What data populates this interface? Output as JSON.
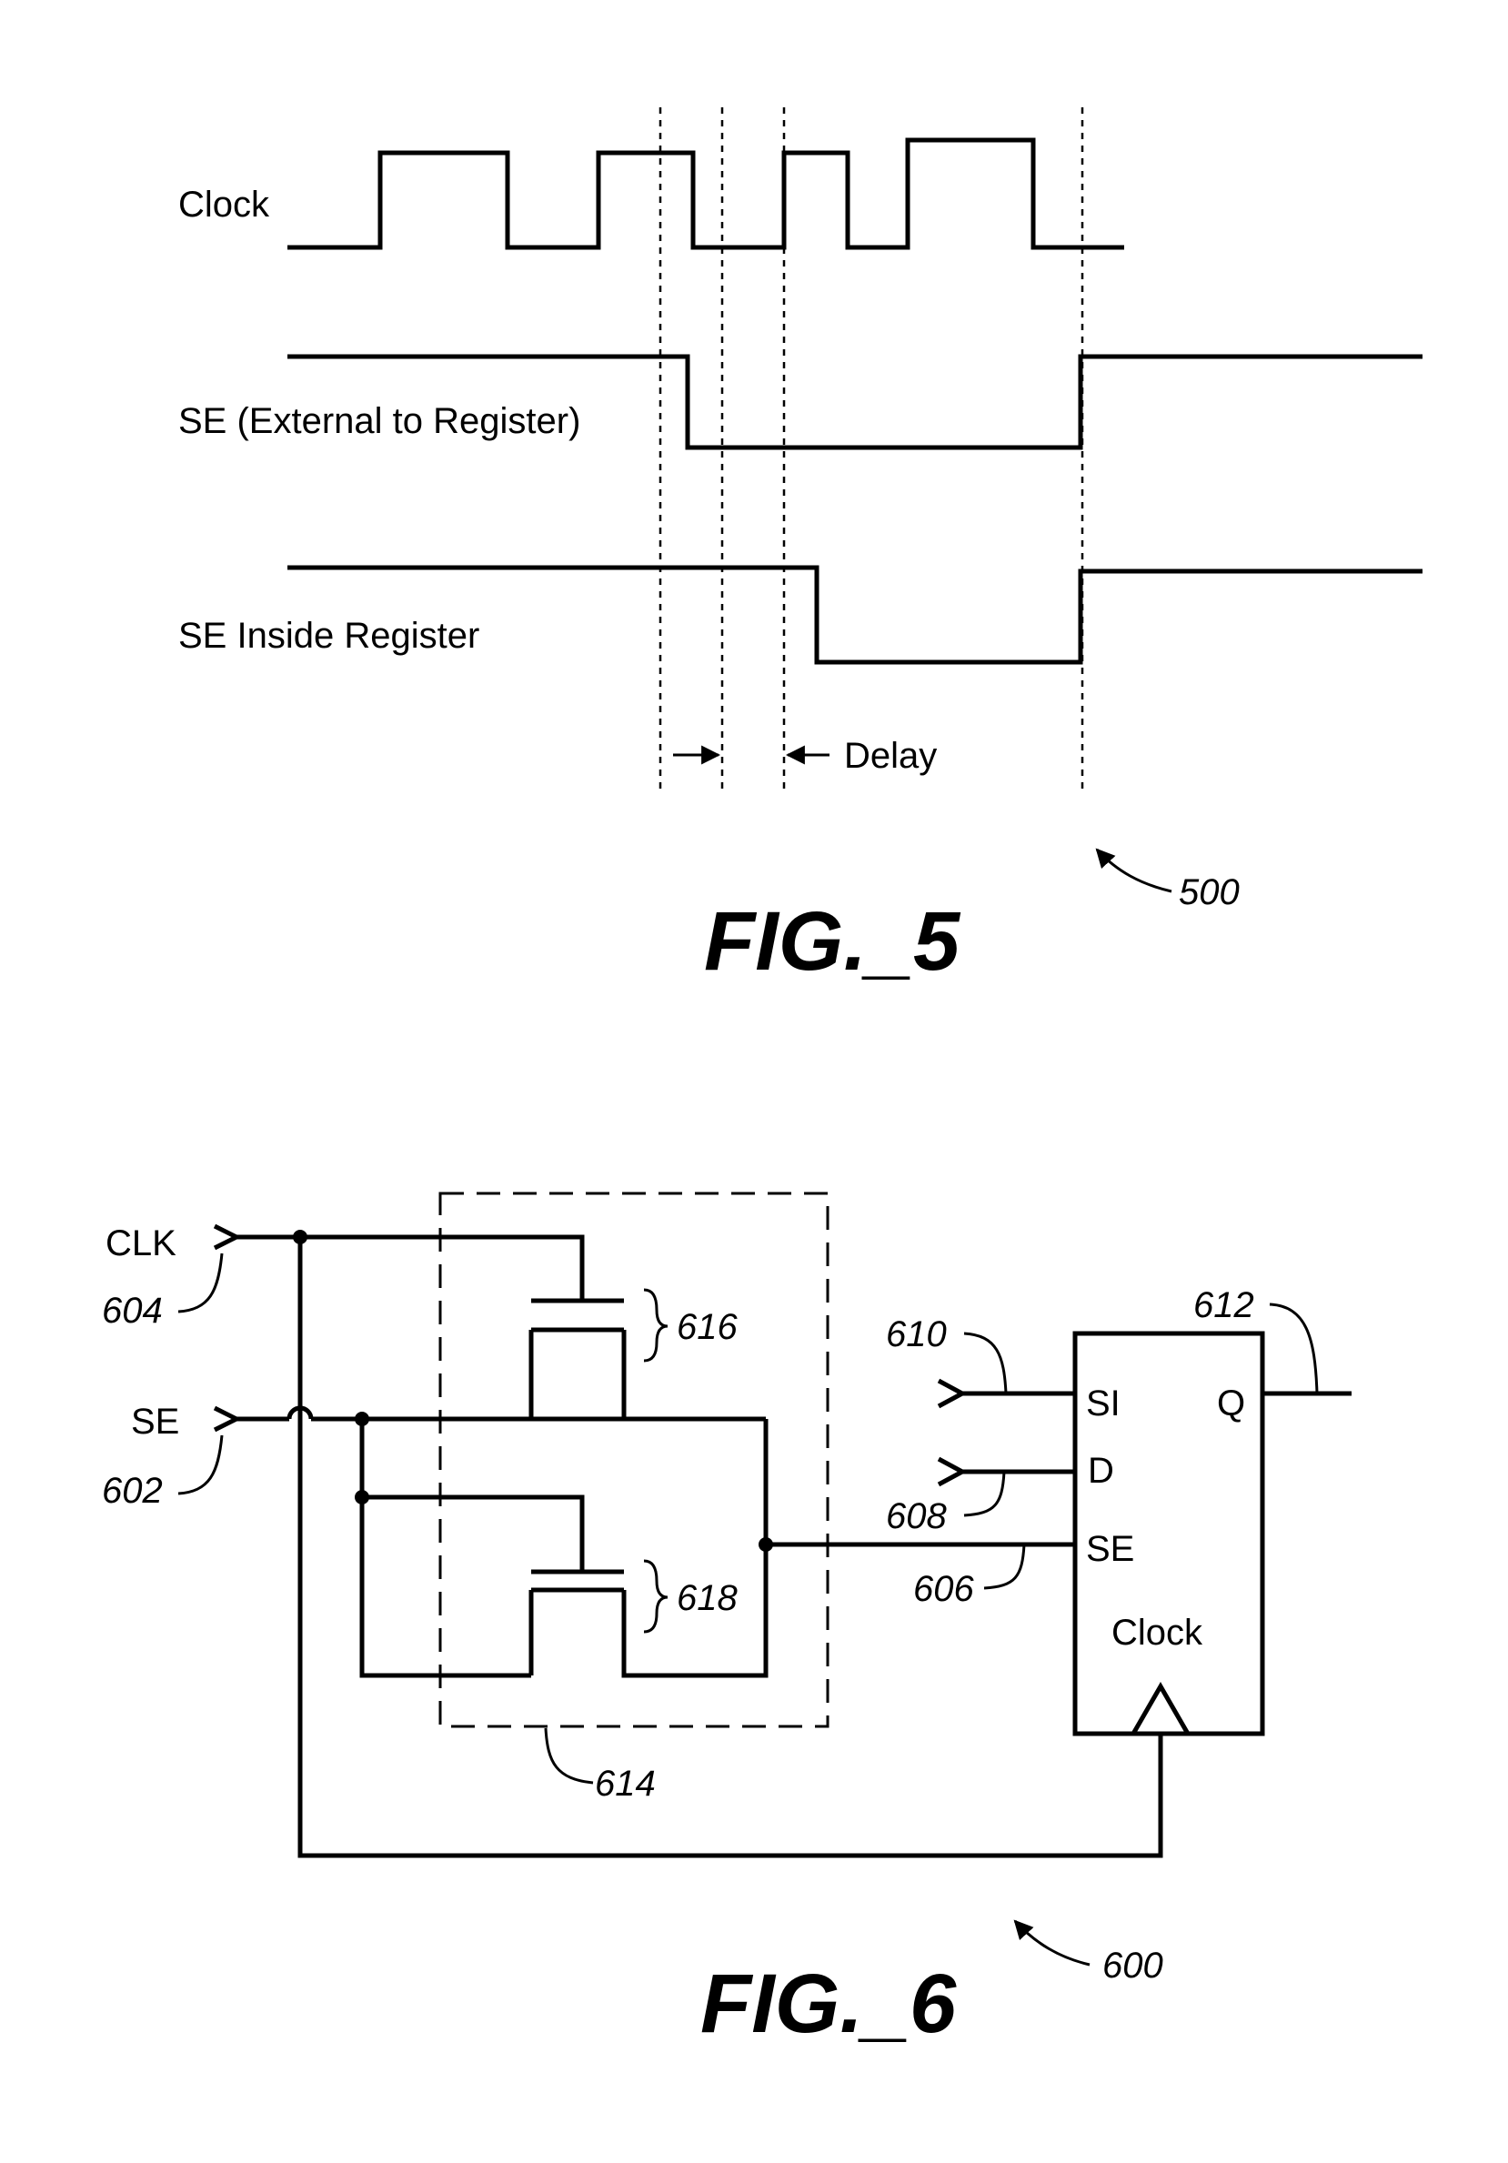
{
  "fig5": {
    "signals": {
      "clock": "Clock",
      "se_external": "SE (External to Register)",
      "se_inside": "SE Inside Register"
    },
    "delay_label": "Delay",
    "ref": "500",
    "caption": "FIG._5"
  },
  "fig6": {
    "inputs": {
      "clk": "CLK",
      "se": "SE"
    },
    "flipflop_pins": {
      "si": "SI",
      "d": "D",
      "se": "SE",
      "q": "Q",
      "clock": "Clock"
    },
    "refs": {
      "r604": "604",
      "r602": "602",
      "r616": "616",
      "r618": "618",
      "r614": "614",
      "r610": "610",
      "r608": "608",
      "r606": "606",
      "r612": "612",
      "r600": "600"
    },
    "caption": "FIG._6"
  }
}
